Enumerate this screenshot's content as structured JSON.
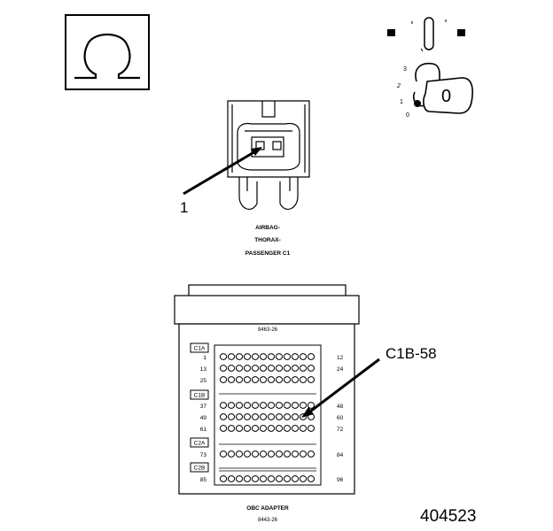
{
  "ohmmeter": {
    "symbol": "Ω",
    "icon": "ohm-symbol-icon"
  },
  "ignition": {
    "positions": [
      "3",
      "2",
      "1",
      "0"
    ],
    "key_label": "0",
    "icon": "ignition-key-icon"
  },
  "connector_c1": {
    "callout": "1",
    "name_lines": [
      "AIRBAG-",
      "THORAX-",
      "PASSENGER C1"
    ]
  },
  "adapter": {
    "top_part_number": "8463-26",
    "bottom_name": "OBC ADAPTER",
    "bottom_part_number": "8443-26",
    "groups": [
      "C1A",
      "C1B",
      "C2A",
      "C2B"
    ],
    "row_left_numbers": [
      "1",
      "13",
      "25",
      "37",
      "49",
      "61",
      "73",
      "85"
    ],
    "row_right_numbers": [
      "12",
      "24",
      "",
      "48",
      "60",
      "72",
      "84",
      "96"
    ],
    "callout": "C1B-58"
  },
  "figure_number": "404523"
}
